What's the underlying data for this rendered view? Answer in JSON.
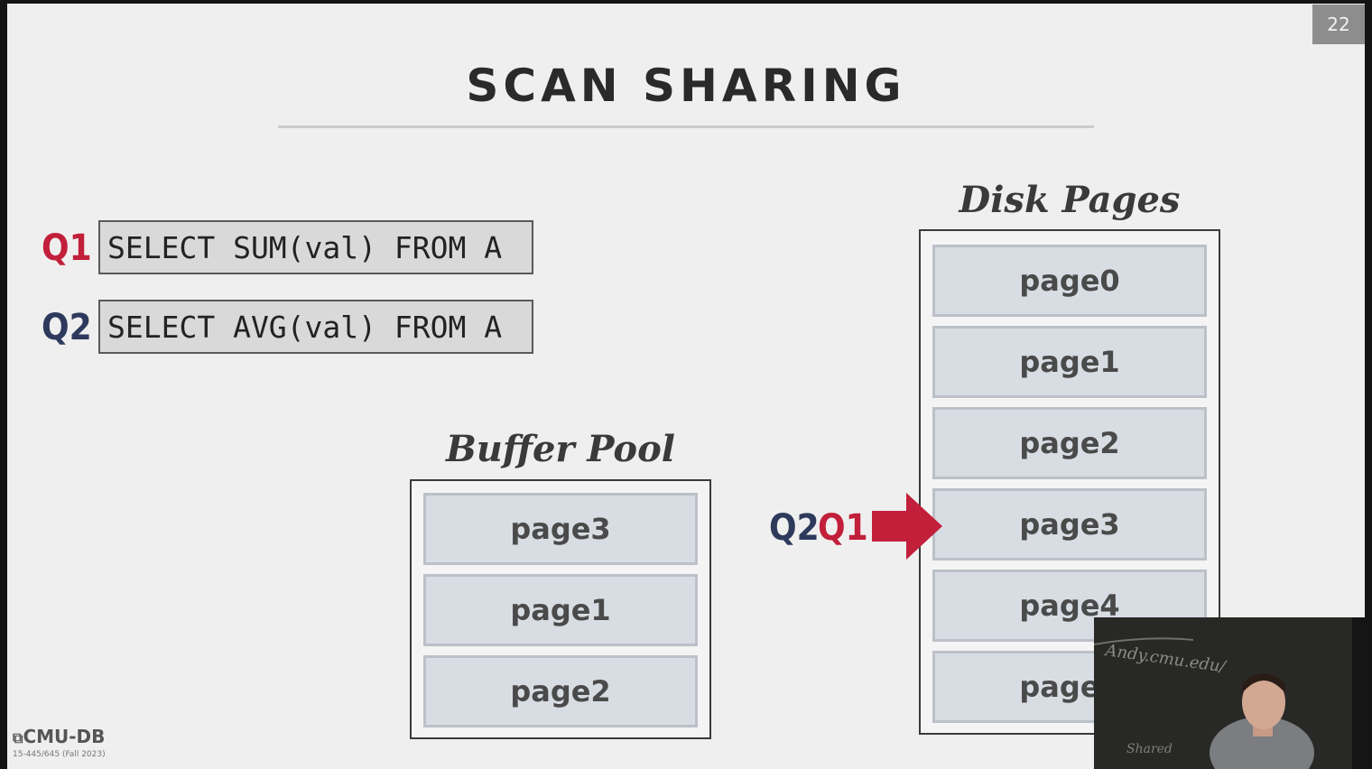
{
  "slide": {
    "number": "22",
    "title": "SCAN SHARING"
  },
  "queries": [
    {
      "label": "Q1",
      "sql": "SELECT SUM(val) FROM A",
      "color": "#c21f3a"
    },
    {
      "label": "Q2",
      "sql": "SELECT AVG(val) FROM A",
      "color": "#2e3a5c"
    }
  ],
  "buffer_pool": {
    "heading": "Buffer Pool",
    "pages": [
      "page3",
      "page1",
      "page2"
    ]
  },
  "disk_pages": {
    "heading": "Disk Pages",
    "pages": [
      "page0",
      "page1",
      "page2",
      "page3",
      "page4",
      "page5"
    ]
  },
  "cursor": {
    "q2_label": "Q2",
    "q1_label": "Q1",
    "arrow_color": "#c21f3a"
  },
  "footer": {
    "logo": "CMU-DB",
    "course": "15-445/645 (Fall 2023)"
  },
  "webcam": {
    "board_text": "Andy.cmu.edu/",
    "board_text_2": "Shared"
  }
}
